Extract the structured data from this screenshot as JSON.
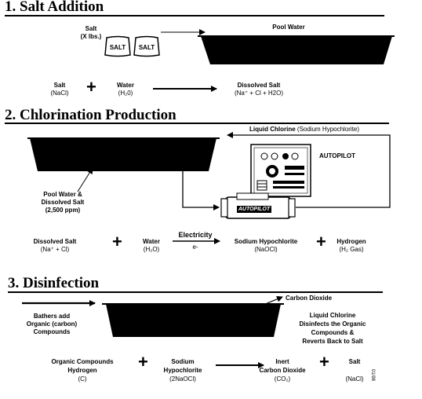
{
  "s1": {
    "title": "1. Salt Addition",
    "salt_label": "Salt",
    "salt_qty": "(X lbs.)",
    "bag_label": "SALT",
    "pool_water": "Pool Water",
    "eq": {
      "a_name": "Salt",
      "a_formula": "(NaCl)",
      "plus": "+",
      "b_name": "Water",
      "b_formula": "(H₂0)",
      "c_name": "Dissolved Salt",
      "c_formula": "(Na⁺ + Cl + H2O)"
    }
  },
  "s2": {
    "title": "2. Chlorination Production",
    "liquid_chlorine": "Liquid Chlorine",
    "sodium_hypo_paren": "(Sodium Hypochlorite)",
    "autopilot_label": "AUTOPILOT",
    "cell_logo": "AUTOPILOT",
    "pool_desc_1": "Pool Water &",
    "pool_desc_2": "Dissolved Salt",
    "pool_desc_3": "(2,500 ppm)",
    "electricity": "Electricity",
    "e_minus": "e-",
    "eq": {
      "a_name": "Dissolved Salt",
      "a_formula": "(Na⁺ + Cl)",
      "b_name": "Water",
      "b_formula": "(H₂O)",
      "c_name": "Sodium Hypochlorite",
      "c_formula": "(NaOCl)",
      "d_name": "Hydrogen",
      "d_formula": "(H₂ Gas)",
      "plus": "+"
    }
  },
  "s3": {
    "title": "3. Disinfection",
    "bathers_1": "Bathers add",
    "bathers_2": "Organic (carbon)",
    "bathers_3": "Compounds",
    "carbon_dioxide": "Carbon Dioxide",
    "liquid_1": "Liquid Chlorine",
    "liquid_2": "Disinfects the Organic",
    "liquid_3": "Compounds &",
    "liquid_4": "Reverts Back to Salt",
    "eq": {
      "a_1": "Organic Compounds",
      "a_2": "Hydrogen",
      "a_3": "(C)",
      "b_1": "Sodium",
      "b_2": "Hypochlorite",
      "b_3": "(2NaOCl)",
      "c_1": "Inert",
      "c_2": "Carbon Dioxide",
      "c_3": "(CO₂)",
      "d_1": "Salt",
      "d_3": "(NaCl)",
      "plus": "+"
    },
    "side_code": "01/98"
  }
}
